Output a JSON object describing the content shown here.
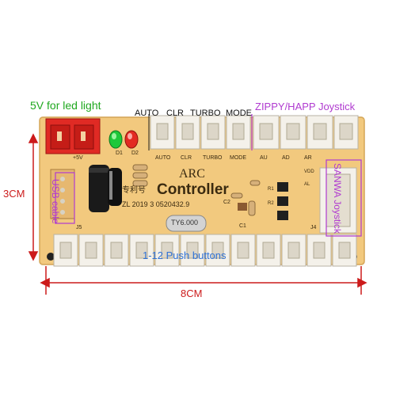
{
  "annotations": {
    "led_power": "5V for  led light",
    "auto": "AUTO",
    "clr": "CLR",
    "turbo": "TURBO",
    "mode": "MODE",
    "joystick_zippy": "ZIPPY/HAPP Joystick",
    "usb_cable": "USB cable",
    "joystick_sanwa": "SANWA Joystick",
    "push_buttons": "1-12 Push buttons",
    "height_dim": "3CM",
    "width_dim": "8CM"
  },
  "board": {
    "title_line1": "ARC",
    "title_line2": "Controller",
    "patent": "专利号",
    "serial": "ZL 2019 3 0520432.9",
    "crystal": "TY6.000",
    "silkscreen": {
      "d1": "D1",
      "d2": "D2",
      "plus5v": "+5V",
      "auto": "AUTO",
      "clr": "CLR",
      "turbo": "TURBO",
      "mode": "MODE",
      "au": "AU",
      "ad": "AD",
      "ar": "AR",
      "vdd": "VDD",
      "al": "AL",
      "c2": "C2",
      "c1": "C1",
      "r1": "R1",
      "r2": "R2",
      "j5": "J5",
      "j4": "J4"
    }
  },
  "colors": {
    "annotation_green": "#1fa81f",
    "annotation_purple": "#b03ad0",
    "annotation_blue": "#2f72d6",
    "dimension_red": "#cc1b1b",
    "pcb": "#f2c97e",
    "connector": "#f4f1ea"
  }
}
